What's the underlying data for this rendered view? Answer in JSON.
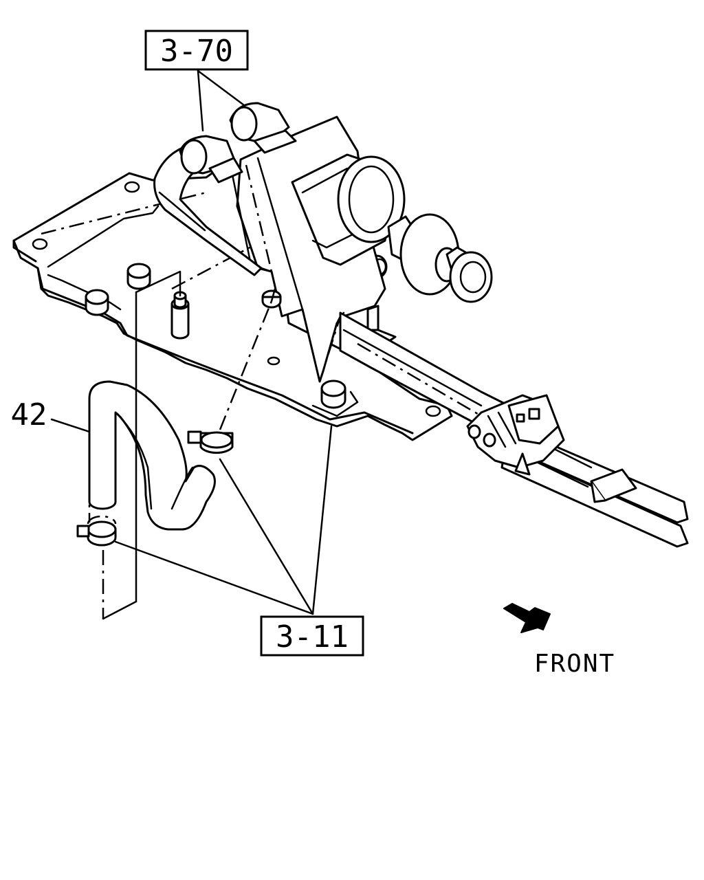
{
  "callouts": {
    "part_3_70": "3-70",
    "part_3_11": "3-11",
    "part_42": "42"
  },
  "direction_label": "FRONT"
}
